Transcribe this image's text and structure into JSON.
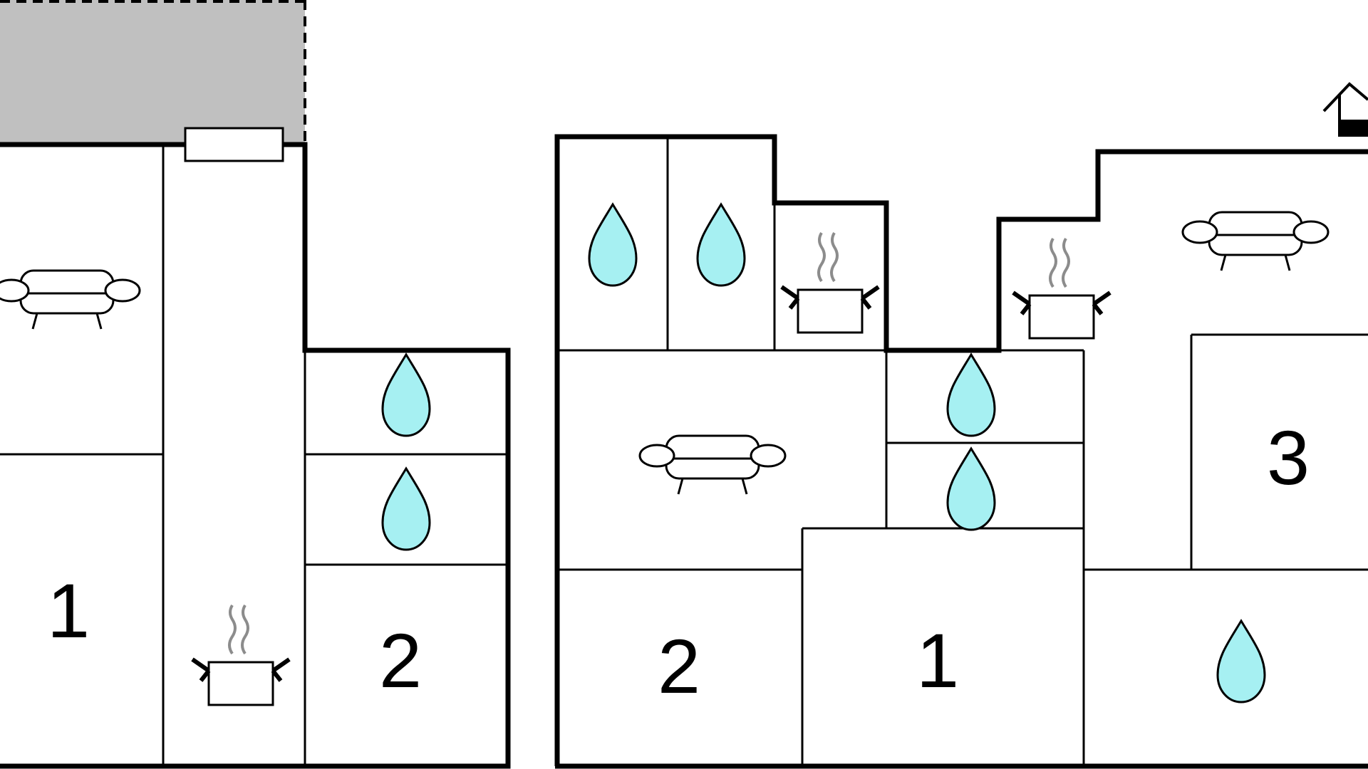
{
  "colors": {
    "water": "#a6f0f2",
    "terrace": "#c0c0c0",
    "wall": "#000000",
    "steam": "#8c8c8c"
  },
  "rooms": [
    {
      "id": "left-bedroom-1",
      "label": "1",
      "type": "bedroom"
    },
    {
      "id": "left-bedroom-2",
      "label": "2",
      "type": "bedroom"
    },
    {
      "id": "right-bedroom-2",
      "label": "2",
      "type": "bedroom"
    },
    {
      "id": "right-bedroom-1",
      "label": "1",
      "type": "bedroom"
    },
    {
      "id": "right-bedroom-3",
      "label": "3",
      "type": "bedroom"
    }
  ],
  "icons": [
    {
      "id": "left-sofa",
      "kind": "sofa-icon"
    },
    {
      "id": "left-kitchen",
      "kind": "kitchen-pot-icon"
    },
    {
      "id": "left-bath-top",
      "kind": "water-drop-icon"
    },
    {
      "id": "left-bath-mid",
      "kind": "water-drop-icon"
    },
    {
      "id": "right-bath-a",
      "kind": "water-drop-icon"
    },
    {
      "id": "right-bath-b",
      "kind": "water-drop-icon"
    },
    {
      "id": "right-kitchen-a",
      "kind": "kitchen-pot-icon"
    },
    {
      "id": "right-kitchen-b",
      "kind": "kitchen-pot-icon"
    },
    {
      "id": "right-sofa-top",
      "kind": "sofa-icon"
    },
    {
      "id": "right-sofa-mid",
      "kind": "sofa-icon"
    },
    {
      "id": "right-bath-c",
      "kind": "water-drop-icon"
    },
    {
      "id": "right-bath-d",
      "kind": "water-drop-icon"
    },
    {
      "id": "right-bath-e",
      "kind": "water-drop-icon"
    },
    {
      "id": "entrance",
      "kind": "house-entrance-icon"
    }
  ]
}
